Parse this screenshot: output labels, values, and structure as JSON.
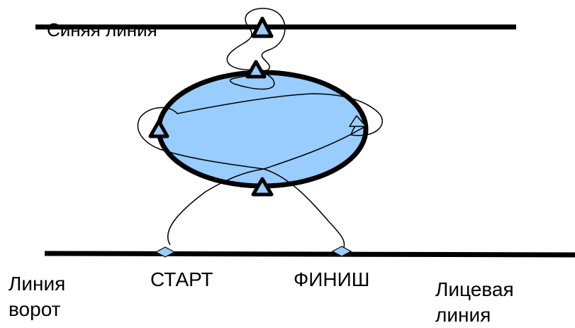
{
  "labels": {
    "blue_line": "Синяя линия",
    "goal_line": "Линия\nворот",
    "start": "СТАРТ",
    "finish": "ФИНИШ",
    "face_line": "Лицевая\nлиния"
  },
  "colors": {
    "ellipse_fill": "#99ccff",
    "marker_fill": "#99ccff",
    "stroke": "#000000"
  }
}
